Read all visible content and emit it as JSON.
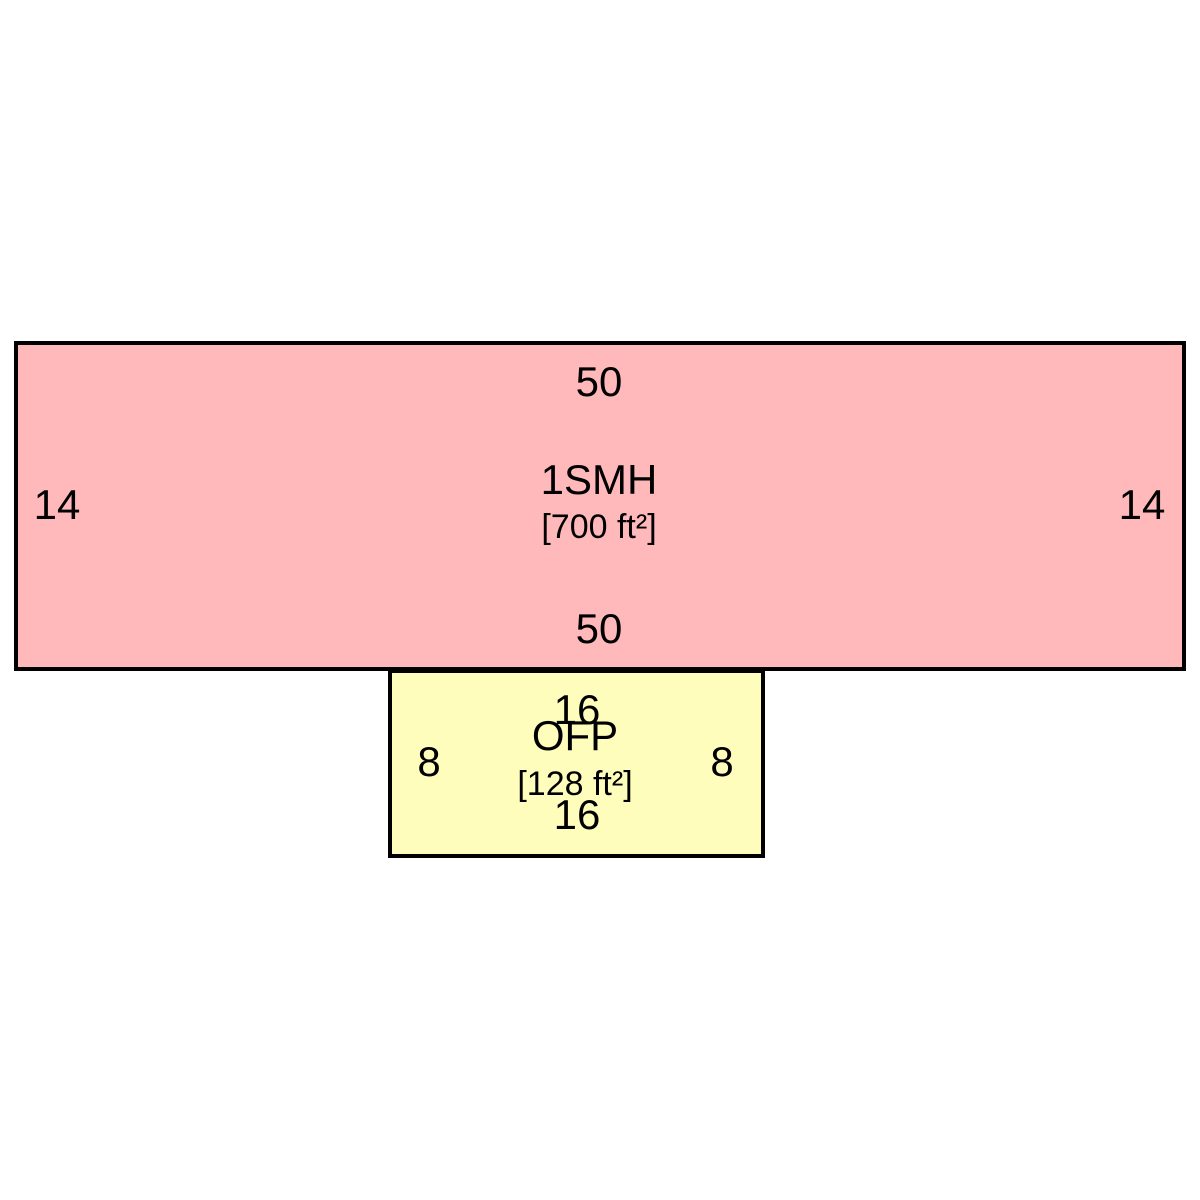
{
  "areas": [
    {
      "id": "main",
      "name": "1SMH",
      "area_label": "[700 ft²]",
      "fill": "#ffb9ba",
      "dimensions": {
        "top": "50",
        "bottom": "50",
        "left": "14",
        "right": "14"
      }
    },
    {
      "id": "porch",
      "name": "OFP",
      "area_label": "[128 ft²]",
      "fill": "#fefdbb",
      "dimensions": {
        "top": "16",
        "bottom": "16",
        "left": "8",
        "right": "8"
      }
    }
  ]
}
